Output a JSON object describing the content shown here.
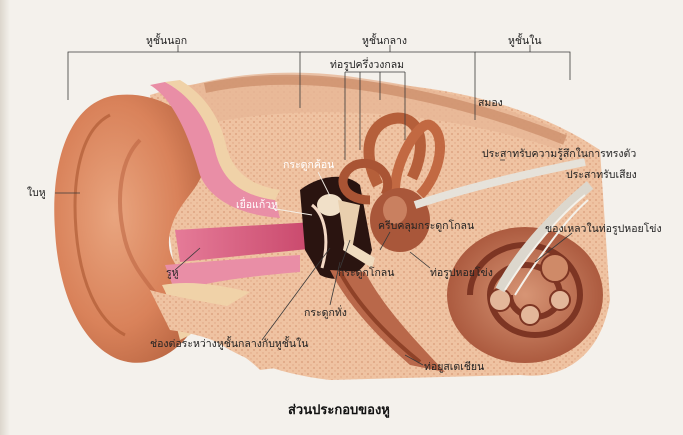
{
  "labels": {
    "outer_ear": "หูชั้นนอก",
    "middle_ear": "หูชั้นกลาง",
    "inner_ear": "หูชั้นใน",
    "semicircular_canals": "ท่อรูปครึ่งวงกลม",
    "brain": "สมอง",
    "vestibular_nerve": "ประสาทรับความรู้สึกในการทรงตัว",
    "auditory_nerve": "ประสาทรับเสียง",
    "cochlear_duct": "ของเหลวในท่อรูปหอยโข่ง",
    "pinna": "ใบหู",
    "malleus": "กระดูกค้อน",
    "eardrum": "เยื่อแก้วหู",
    "oval_window": "ครีบคลุมกระดูกโกลน",
    "stapes": "กระดูกโกลน",
    "cochlea": "ท่อรูปหอยโข่ง",
    "ear_canal": "รูหู",
    "incus": "กระดูกทั่ง",
    "window_between": "ช่องต่อระหว่างหูชั้นกลางกับหูชั้นใน",
    "eustachian_tube": "ท่อยูสเตเชียน"
  },
  "caption": "ส่วนประกอบของหู"
}
